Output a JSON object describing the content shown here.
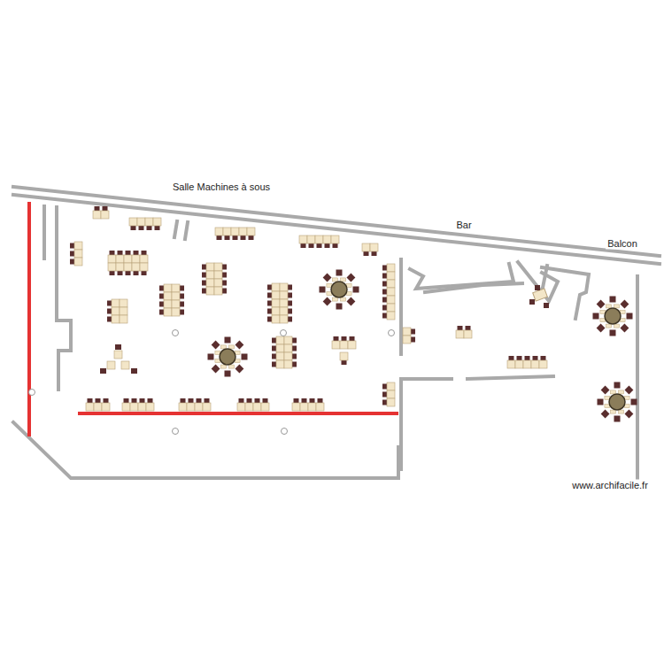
{
  "diagram": {
    "labels": [
      "Salle Machines à sous",
      "Bar",
      "Balcon",
      "www.archifacile.fr"
    ]
  }
}
